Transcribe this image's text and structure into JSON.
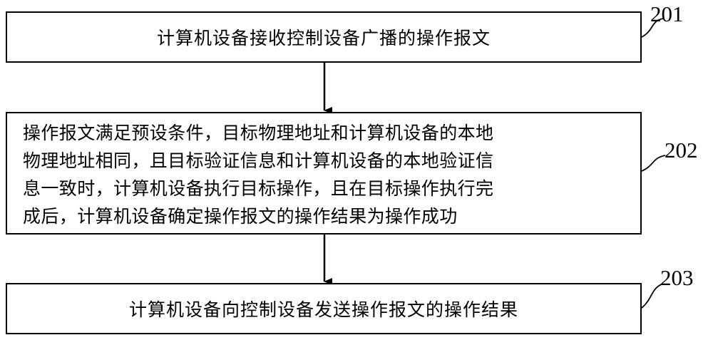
{
  "steps": [
    {
      "id": "201",
      "lines": [
        "计算机设备接收控制设备广播的操作报文"
      ]
    },
    {
      "id": "202",
      "lines": [
        "操作报文满足预设条件，目标物理地址和计算机设备的本地",
        "物理地址相同，且目标验证信息和计算机设备的本地验证信",
        "息一致时，计算机设备执行目标操作，且在目标操作执行完",
        "成后，计算机设备确定操作报文的操作结果为操作成功"
      ]
    },
    {
      "id": "203",
      "lines": [
        "计算机设备向控制设备发送操作报文的操作结果"
      ]
    }
  ]
}
